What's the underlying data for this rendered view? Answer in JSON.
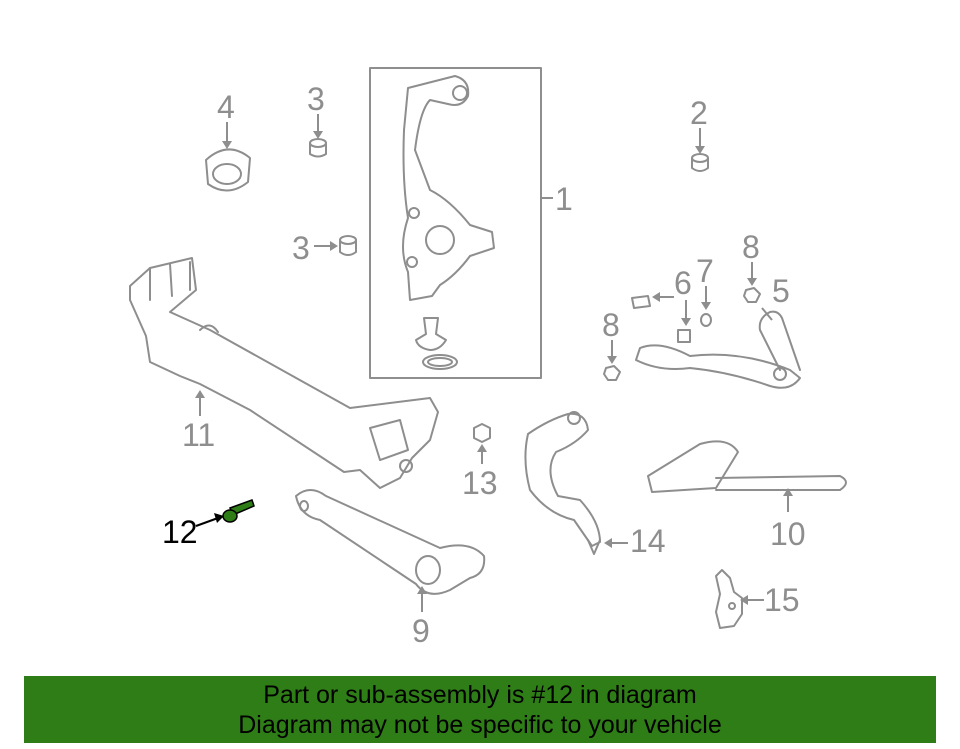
{
  "callouts": {
    "c1": "1",
    "c2": "2",
    "c3a": "3",
    "c3b": "3",
    "c4": "4",
    "c5": "5",
    "c6": "6",
    "c7": "7",
    "c8a": "8",
    "c8b": "8",
    "c9": "9",
    "c10": "10",
    "c11": "11",
    "c12": "12",
    "c13": "13",
    "c14": "14",
    "c15": "15"
  },
  "highlight": {
    "part": "12",
    "color": "#2e7d16"
  },
  "banner": {
    "line1": "Part or sub-assembly is #12 in diagram",
    "line2": "Diagram may not be specific to your vehicle",
    "background": "#2e7d16"
  }
}
